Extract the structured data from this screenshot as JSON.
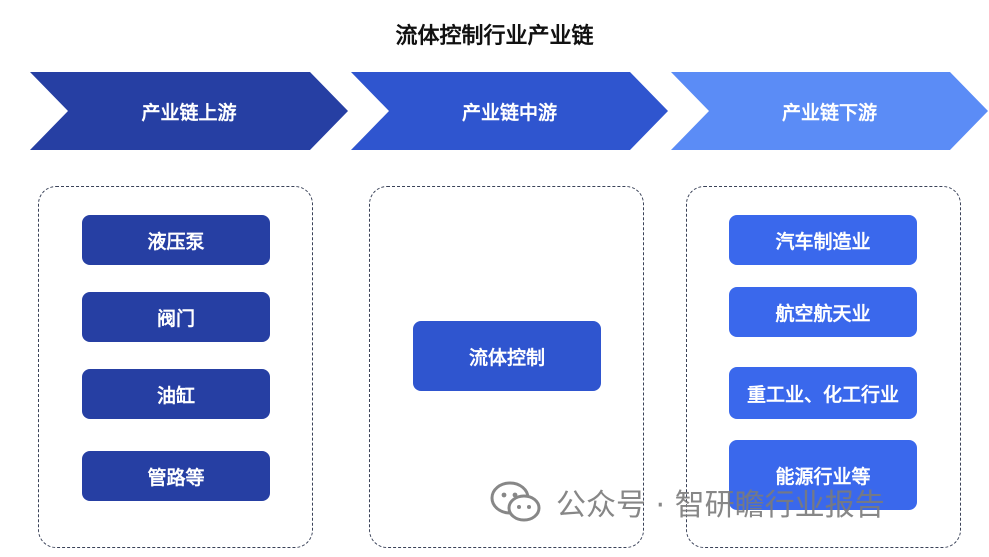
{
  "title": "流体控制行业产业链",
  "stages": [
    {
      "label": "产业链上游",
      "color": "#263fa3"
    },
    {
      "label": "产业链中游",
      "color": "#2f55cf"
    },
    {
      "label": "产业链下游",
      "color": "#5b8cf6"
    }
  ],
  "upstream": [
    "液压泵",
    "阀门",
    "油缸",
    "管路等"
  ],
  "midstream": [
    "流体控制"
  ],
  "downstream": [
    "汽车制造业",
    "航空航天业",
    "重工业、化工行业",
    "能源行业等"
  ],
  "watermark": {
    "text": "公众号 · 智研瞻行业报告",
    "icon": "wechat-icon"
  }
}
